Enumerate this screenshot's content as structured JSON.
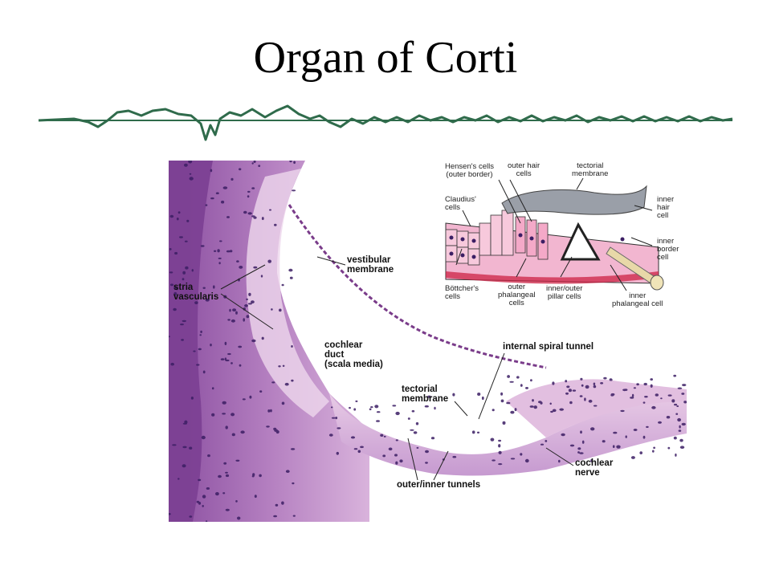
{
  "slide": {
    "title": "Organ of Corti"
  },
  "colors": {
    "tissue_dark": "#8a4ea0",
    "tissue_light": "#e2bfe0",
    "nuclei": "#3c1e64",
    "waveform": "#2f6b4b",
    "inset_cells": "#f2b6d0",
    "tectorial": "#9a9fa8"
  },
  "micrograph": {
    "labels": {
      "stria_vascularis": "stria\nvascularis",
      "vestibular_membrane": "vestibular\nmembrane",
      "cochlear_duct": "cochlear\nduct\n(scala media)",
      "internal_spiral_tunnel": "internal spiral tunnel",
      "tectorial_membrane": "tectorial\nmembrane",
      "cochlear_nerve": "cochlear\nnerve",
      "outer_inner_tunnels": "outer/inner tunnels"
    }
  },
  "inset": {
    "labels": {
      "hensens_cells": "Hensen's cells\n(outer border)",
      "outer_hair_cells": "outer hair\ncells",
      "tectorial_membrane": "tectorial\nmembrane",
      "claudius_cells": "Claudius'\ncells",
      "inner_hair_cell": "inner\nhair\ncell",
      "inner_border_cell": "inner\nborder\ncell",
      "bottchers_cells": "Böttcher's\ncells",
      "outer_phalangeal_cells": "outer\nphalangeal\ncells",
      "inner_outer_pillar_cells": "inner/outer\npillar cells",
      "inner_phalangeal_cell": "inner\nphalangeal cell"
    }
  }
}
